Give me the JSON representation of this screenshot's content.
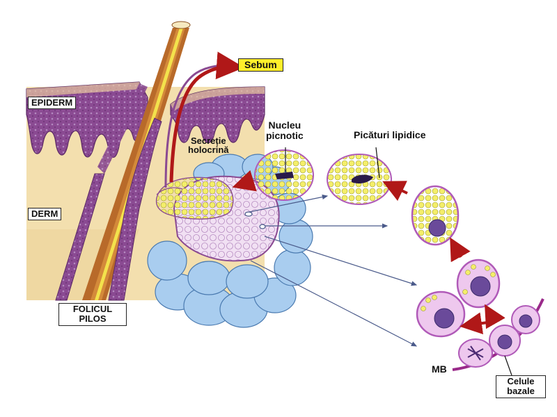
{
  "labels": {
    "sebum": "Sebum",
    "epiderm": "EPIDERM",
    "derm": "DERM",
    "folicul_line1": "FOLICUL",
    "folicul_line2": "PILOS",
    "secretie_line1": "Secreție",
    "secretie_line2": "holocrină",
    "nucleu_line1": "Nucleu",
    "nucleu_line2": "picnotic",
    "picaturi": "Picături lipidice",
    "mb": "MB",
    "celule_line1": "Celule",
    "celule_line2": "bazale"
  },
  "colors": {
    "dermis": "#f3dfae",
    "epidermis": "#8a4a92",
    "hair": "#c8782e",
    "hair_core": "#f3e24c",
    "gland_lobes": "#a9cdef",
    "cell_membrane": "#b05ab8",
    "cell_fill": "#eec8ee",
    "lipid": "#f4ee6a",
    "nucleus": "#4a2a72",
    "arrow_red": "#b01818",
    "pointer_line": "#5a6a9a",
    "sebum_box": "#ffef2a"
  }
}
